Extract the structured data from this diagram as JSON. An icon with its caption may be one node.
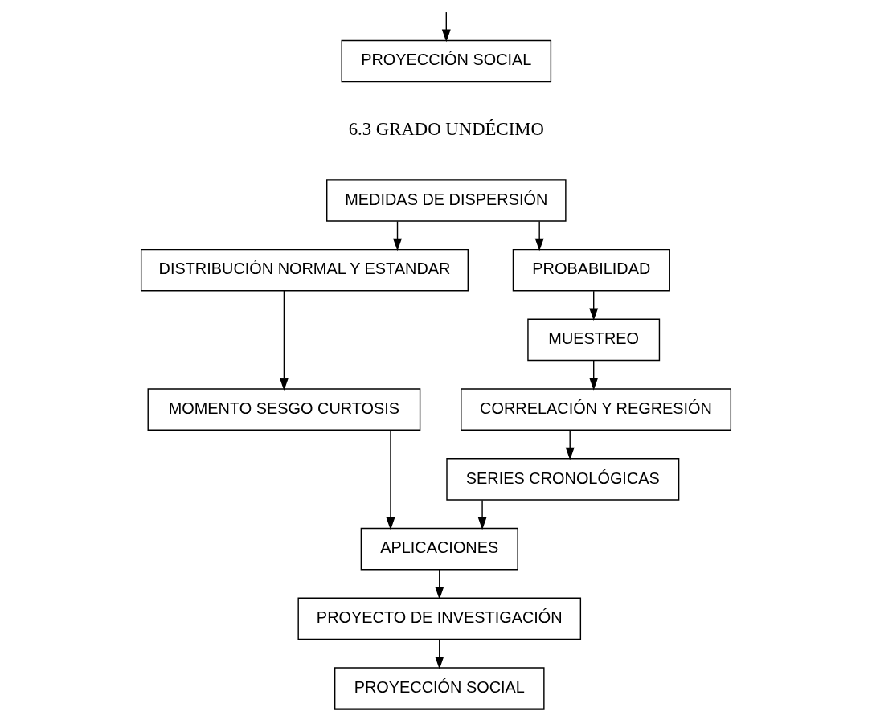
{
  "diagram": {
    "nodes": [
      {
        "text": [
          "PROYECCIÓN SOCIAL"
        ]
      },
      {
        "text": [
          "MEDIDAS DE DISPERSIÓN"
        ]
      },
      {
        "text": [
          "DISTRIBUCIÓN NORMAL Y ESTANDAR"
        ]
      },
      {
        "text": [
          "PROBABILIDAD"
        ]
      },
      {
        "text": [
          "MOMENTO SESGO CURTOSIS"
        ]
      },
      {
        "text": [
          "MUESTREO"
        ]
      },
      {
        "text": [
          "CORRELACIÓN Y REGRESIÓN"
        ]
      },
      {
        "text": [
          "APLICACIONES"
        ]
      },
      {
        "text": [
          "SERIES CRONOLÓGICAS"
        ]
      },
      {
        "text": [
          "PROYECTO DE INVESTIGACIÓN"
        ]
      },
      {
        "text": [
          "PROYECCIÓN SOCIAL"
        ]
      }
    ],
    "edges": [
      {
        "from": null,
        "to": 0,
        "arrow": "to"
      },
      {
        "from": 1,
        "to": 2,
        "arrow": "to"
      },
      {
        "from": 1,
        "to": 3,
        "arrow": "to"
      },
      {
        "from": 2,
        "to": 4,
        "arrow": "to"
      },
      {
        "from": 3,
        "to": 5,
        "arrow": "to"
      },
      {
        "from": 5,
        "to": 6,
        "arrow": "to"
      },
      {
        "from": 6,
        "to": 8,
        "arrow": "to"
      },
      {
        "from": 4,
        "to": 7,
        "arrow": "to"
      },
      {
        "from": 8,
        "to": 7,
        "arrow": "to"
      },
      {
        "from": 7,
        "to": 9,
        "arrow": "to"
      },
      {
        "from": 9,
        "to": 10,
        "arrow": "to"
      }
    ],
    "labels": [
      "6.3 GRADO UNDÉCIMO"
    ]
  }
}
